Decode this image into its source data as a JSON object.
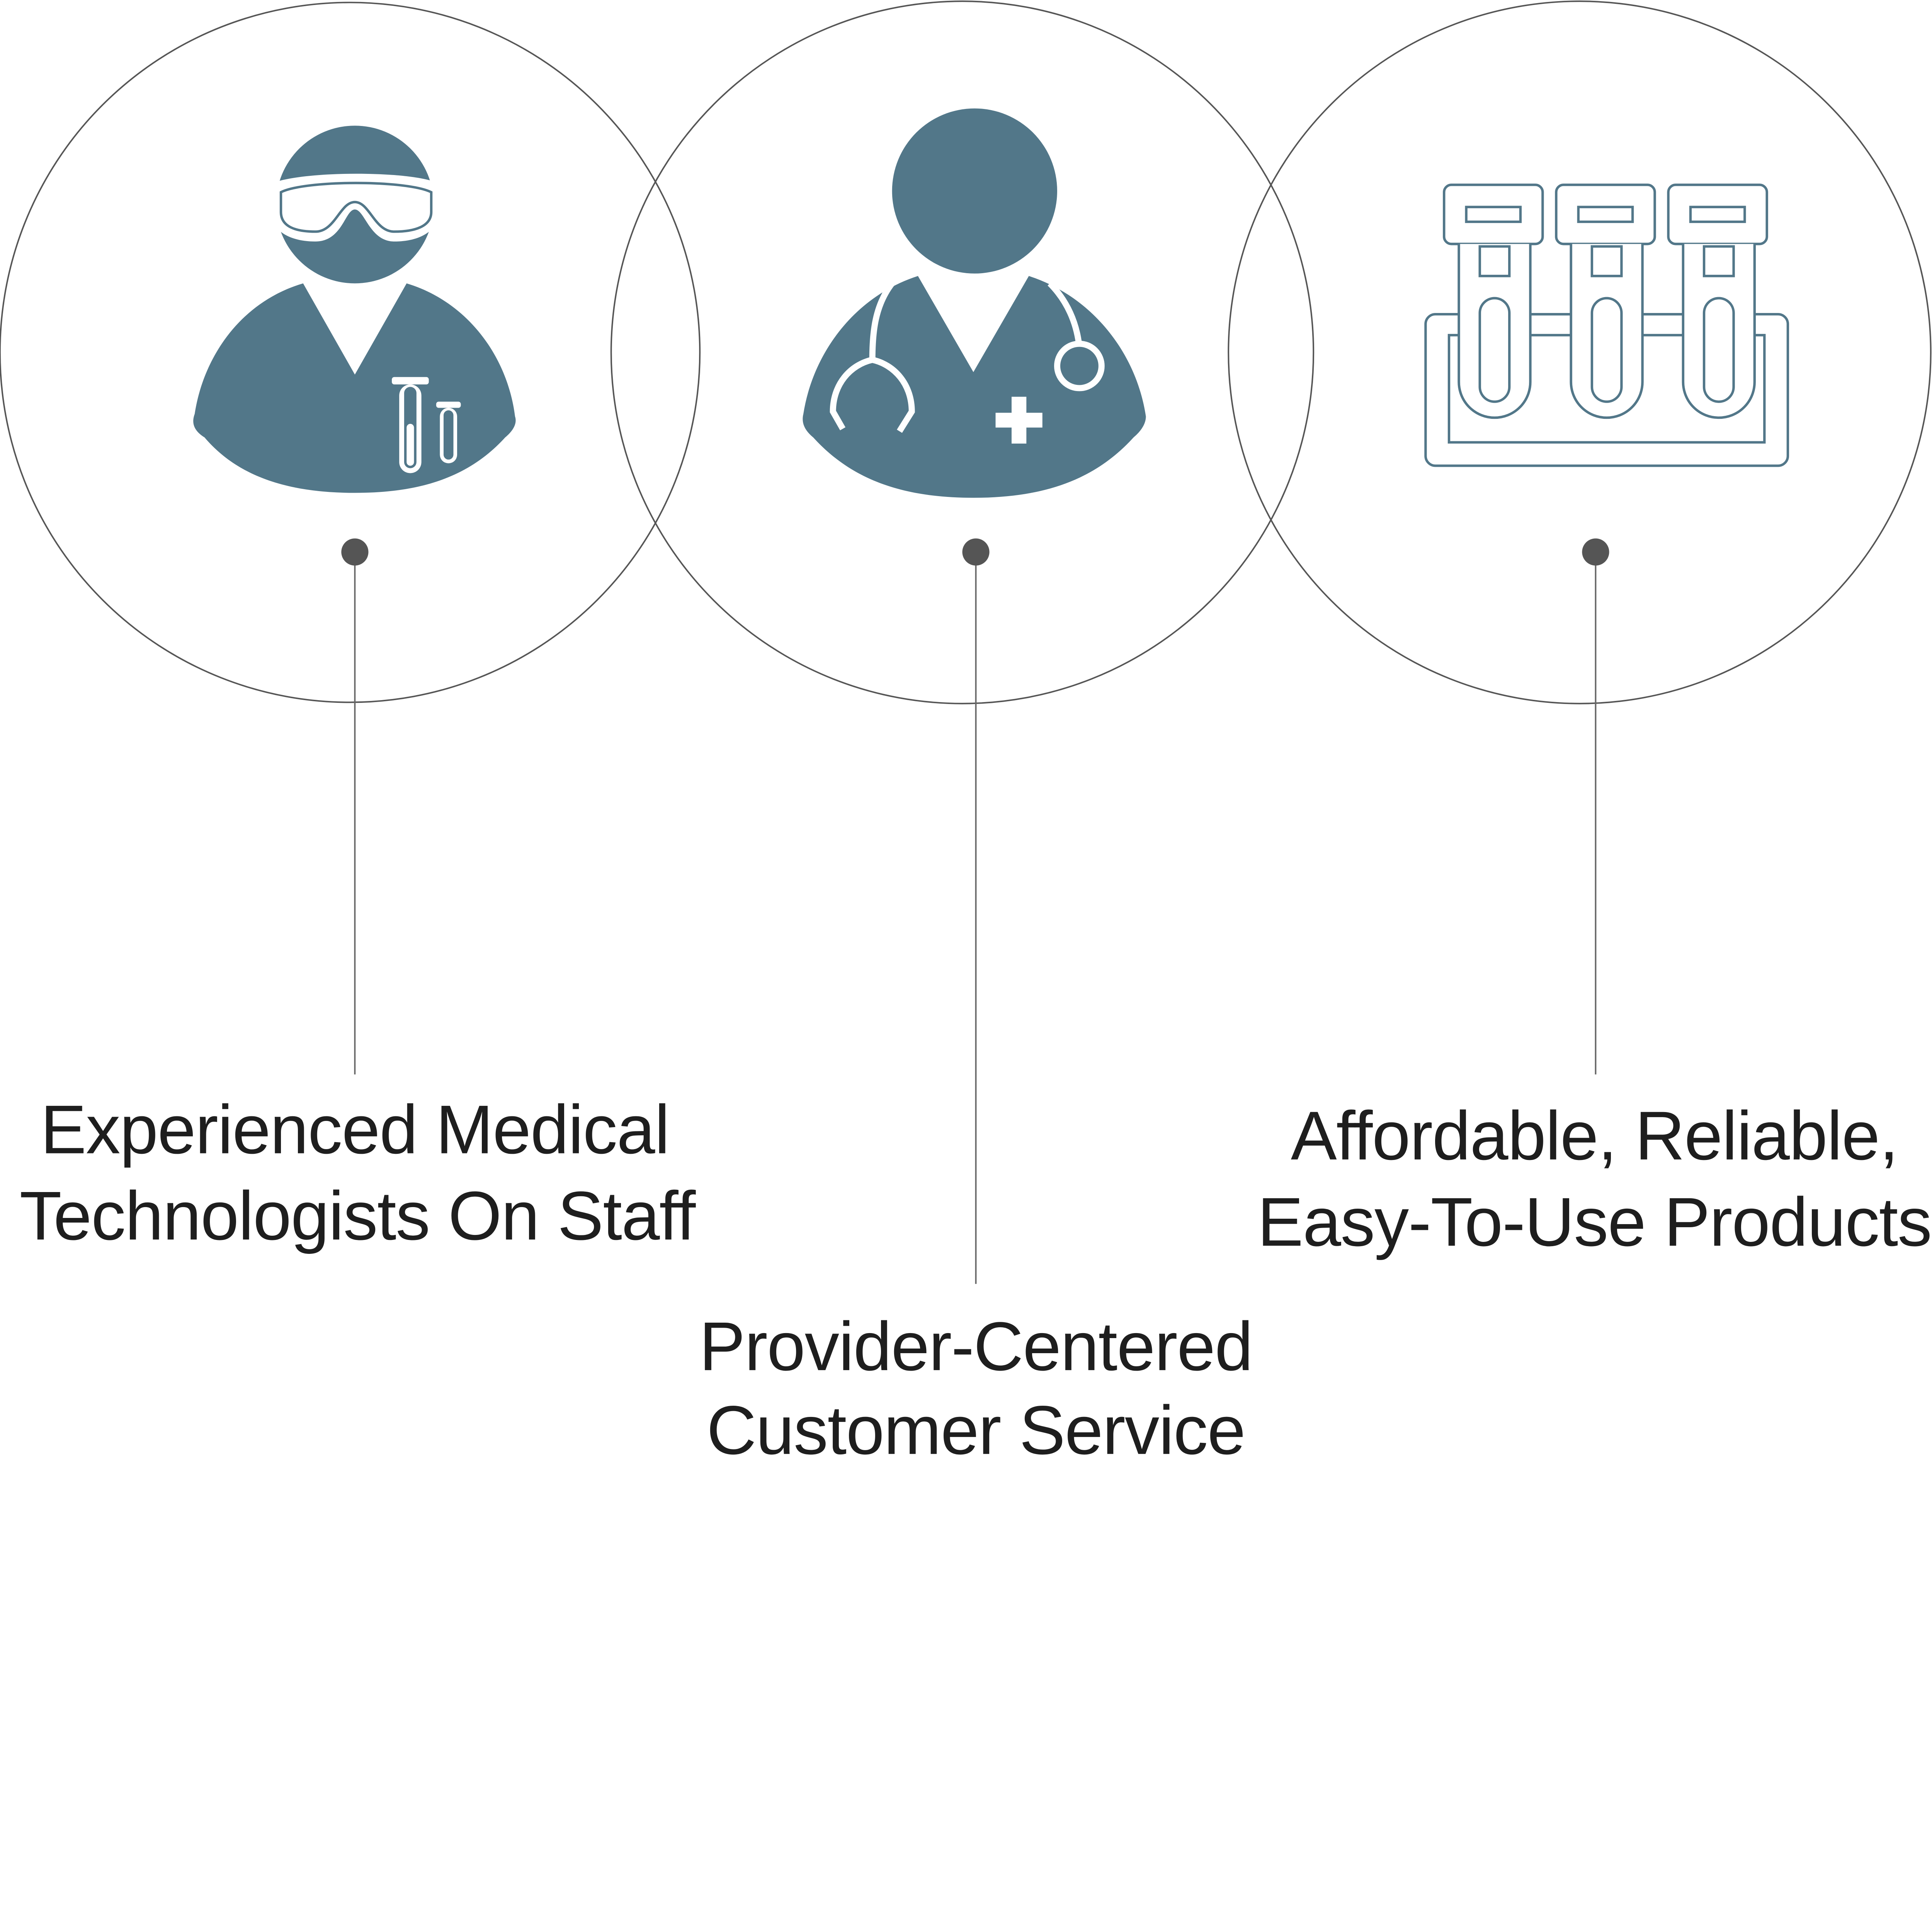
{
  "colors": {
    "icon_fill": "#527789",
    "ring_stroke": "#555555",
    "dot": "#555555",
    "text": "#1e1e1e"
  },
  "features": [
    {
      "icon": "lab-technician-goggles-icon",
      "lines": [
        "Experienced Medical",
        "Technologists On Staff"
      ]
    },
    {
      "icon": "doctor-stethoscope-icon",
      "lines": [
        "Provider-Centered",
        "Customer Service"
      ]
    },
    {
      "icon": "test-tube-rack-icon",
      "lines": [
        "Affordable, Reliable,",
        "Easy-To-Use Products"
      ]
    }
  ]
}
